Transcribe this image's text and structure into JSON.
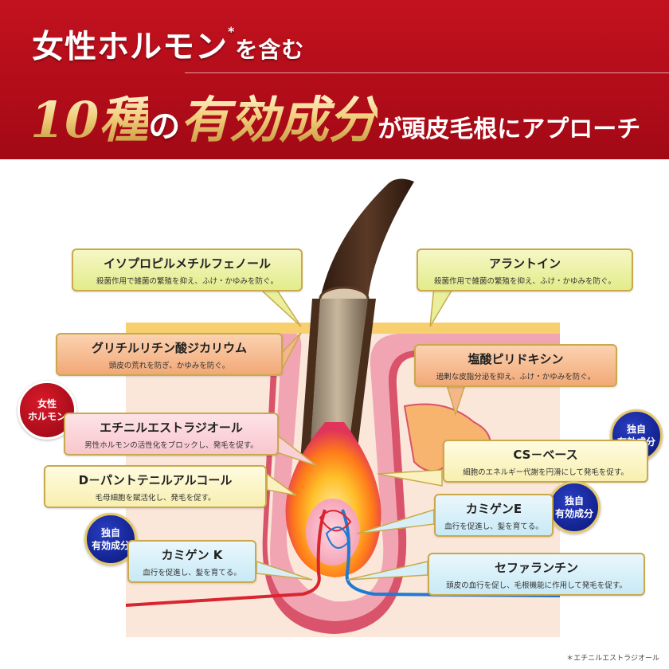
{
  "header": {
    "line1_main": "女性ホルモン",
    "line1_mark": "*",
    "line1_tail": "を含む",
    "line2_big": "10",
    "line2_kanji": "種",
    "line2_no": "の",
    "line2_main": "有効成分",
    "line2_tail": "が頭皮毛根にアプローチ"
  },
  "ingredients": [
    {
      "name": "イソプロピルメチルフェノール",
      "desc": "殺菌作用で雑菌の繁殖を抑え、ふけ・かゆみを防ぐ。"
    },
    {
      "name": "アラントイン",
      "desc": "殺菌作用で雑菌の繁殖を抑え、ふけ・かゆみを防ぐ。"
    },
    {
      "name": "グリチルリチン酸ジカリウム",
      "desc": "頭皮の荒れを防ぎ、かゆみを防ぐ。"
    },
    {
      "name": "塩酸ピリドキシン",
      "desc": "過剰な皮脂分泌を抑え、ふけ・かゆみを防ぐ。"
    },
    {
      "name": "エチニルエストラジオール",
      "desc": "男性ホルモンの活性化をブロックし、発毛を促す。"
    },
    {
      "name": "CS－ベース",
      "desc": "細胞のエネルギー代謝を円滑にして発毛を促す。"
    },
    {
      "name": "D－パントテニルアルコール",
      "desc": "毛母細胞を賦活化し、発毛を促す。"
    },
    {
      "name": "カミゲンE",
      "desc": "血行を促進し、髪を育てる。"
    },
    {
      "name": "カミゲン K",
      "desc": "血行を促進し、髪を育てる。"
    },
    {
      "name": "セファランチン",
      "desc": "頭皮の血行を促し、毛根機能に作用して発毛を促す。"
    }
  ],
  "badges": {
    "hormone": [
      "女性",
      "ホルモン"
    ],
    "original": [
      "独自",
      "有効成分"
    ]
  },
  "footnote": "＊エチニルエストラジオール",
  "colors": {
    "banner_red": "#b10c19",
    "gold_text": "#f1cf7c",
    "badge_navy": "#12228f",
    "badge_red": "#a50c19"
  }
}
